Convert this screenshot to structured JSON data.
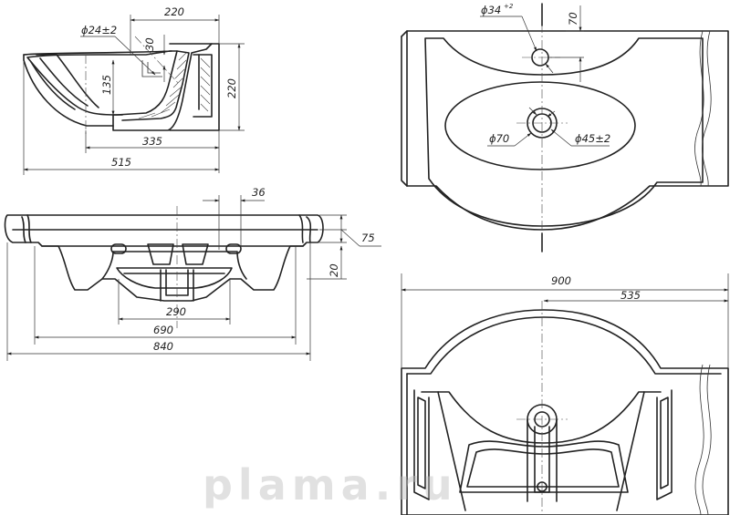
{
  "side_view": {
    "dim_top_width": "220",
    "dim_drain_diameter": "ϕ24±2",
    "dim_overflow": "30",
    "dim_depth": "135",
    "dim_height": "220",
    "dim_bowl_width": "335",
    "dim_total_depth": "515"
  },
  "top_view": {
    "dim_tap_hole": "ϕ34",
    "dim_tap_hole_tol": "+2",
    "dim_tap_offset": "70",
    "dim_drain_outer": "ϕ70",
    "dim_drain_inner": "ϕ45±2"
  },
  "front_view": {
    "dim_slot": "36",
    "dim_rim": "75",
    "dim_rim_height": "20",
    "dim_drain_width": "290",
    "dim_inner_width": "690",
    "dim_total_width": "840"
  },
  "bottom_view": {
    "dim_width": "900",
    "dim_center": "535"
  },
  "watermark": "plama.ru"
}
